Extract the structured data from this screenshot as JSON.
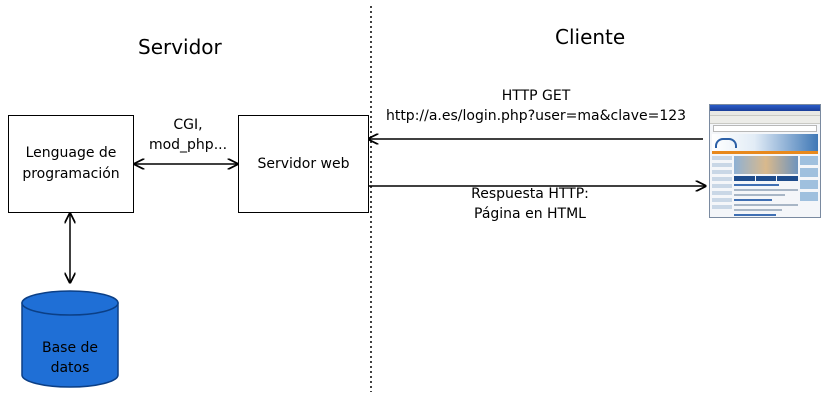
{
  "headings": {
    "server": "Servidor",
    "client": "Cliente"
  },
  "boxes": {
    "language": [
      "Lenguage de",
      "programación"
    ],
    "webserver": "Servidor web"
  },
  "database": {
    "lines": [
      "Base de",
      "datos"
    ],
    "fill": "#1f6fd6",
    "stroke": "#0b3f86"
  },
  "labels": {
    "cgi": [
      "CGI,",
      "mod_php..."
    ],
    "request": [
      "HTTP GET",
      "http://a.es/login.php?user=ma&clave=123"
    ],
    "response": [
      "Respuesta HTTP:",
      "Página en HTML"
    ]
  },
  "icons": {
    "browser": "browser-screenshot-icon"
  }
}
